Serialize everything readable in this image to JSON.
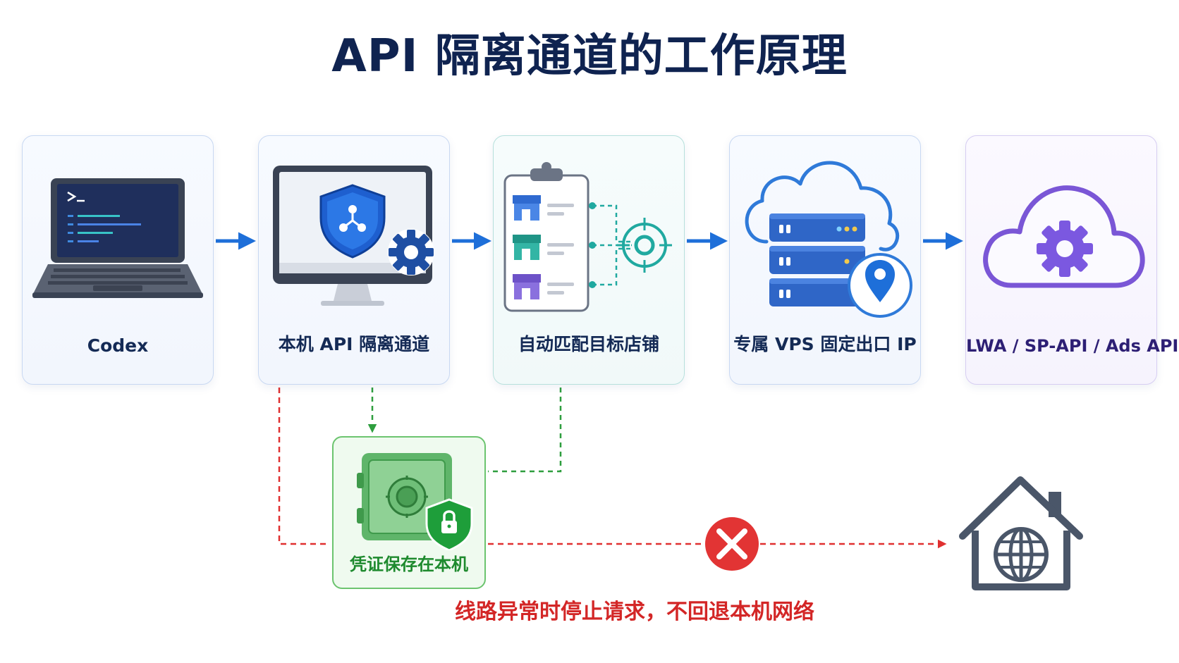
{
  "title": "API 隔离通道的工作原理",
  "nodes": [
    {
      "label": "Codex",
      "icon": "laptop-terminal-icon"
    },
    {
      "label": "本机 API 隔离通道",
      "icon": "monitor-shield-gear-icon"
    },
    {
      "label": "自动匹配目标店铺",
      "icon": "clipboard-stores-target-icon"
    },
    {
      "label": "专属 VPS 固定出口 IP",
      "icon": "cloud-server-location-icon"
    },
    {
      "label": "LWA / SP-API / Ads API",
      "icon": "cloud-gear-icon"
    }
  ],
  "credential": {
    "label": "凭证保存在本机",
    "icon": "safe-lock-icon"
  },
  "warning": "线路异常时停止请求，不回退本机网络",
  "destination": {
    "icon": "home-globe-icon"
  },
  "colors": {
    "title": "#0f2350",
    "flow_arrow": "#1e6fd9",
    "credential_link": "#2e9e3e",
    "blocked_path": "#e03030"
  }
}
